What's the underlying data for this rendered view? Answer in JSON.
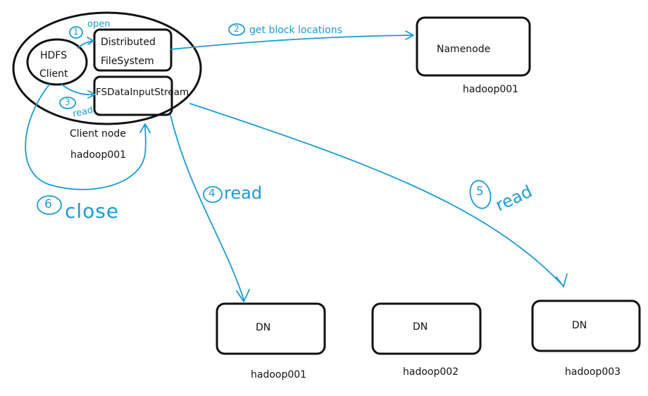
{
  "colors": {
    "ink": "#111111",
    "annotation": "#1b9bd6",
    "background": "#ffffff"
  },
  "client": {
    "hdfs_client_line1": "HDFS",
    "hdfs_client_line2": "Client",
    "dfs_line1": "Distributed",
    "dfs_line2": "FileSystem",
    "input_stream": "FSDataInputStream",
    "node_label": "Client node",
    "host": "hadoop001"
  },
  "namenode": {
    "label": "Namenode",
    "host": "hadoop001"
  },
  "datanodes": [
    {
      "label": "DN",
      "host": "hadoop001"
    },
    {
      "label": "DN",
      "host": "hadoop002"
    },
    {
      "label": "DN",
      "host": "hadoop003"
    }
  ],
  "steps": {
    "open": {
      "number": "1",
      "label": "open"
    },
    "get_block_locations": {
      "number": "2",
      "label": "get block locations"
    },
    "read_stream": {
      "number": "3",
      "label": "read"
    },
    "read_dn1": {
      "number": "4",
      "label": "read"
    },
    "read_dn3": {
      "number": "5",
      "label": "read"
    },
    "close": {
      "number": "6",
      "label": "close"
    }
  }
}
